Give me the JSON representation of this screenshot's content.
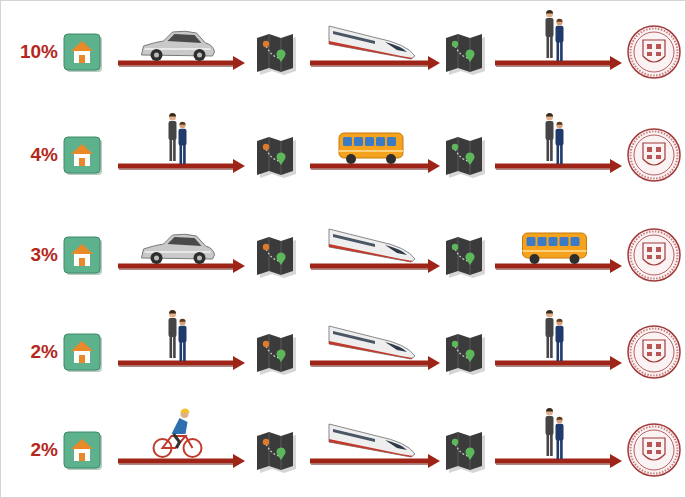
{
  "diagram": {
    "labels": [
      "10%",
      "4%",
      "3%",
      "2%",
      "2%"
    ]
  }
}
